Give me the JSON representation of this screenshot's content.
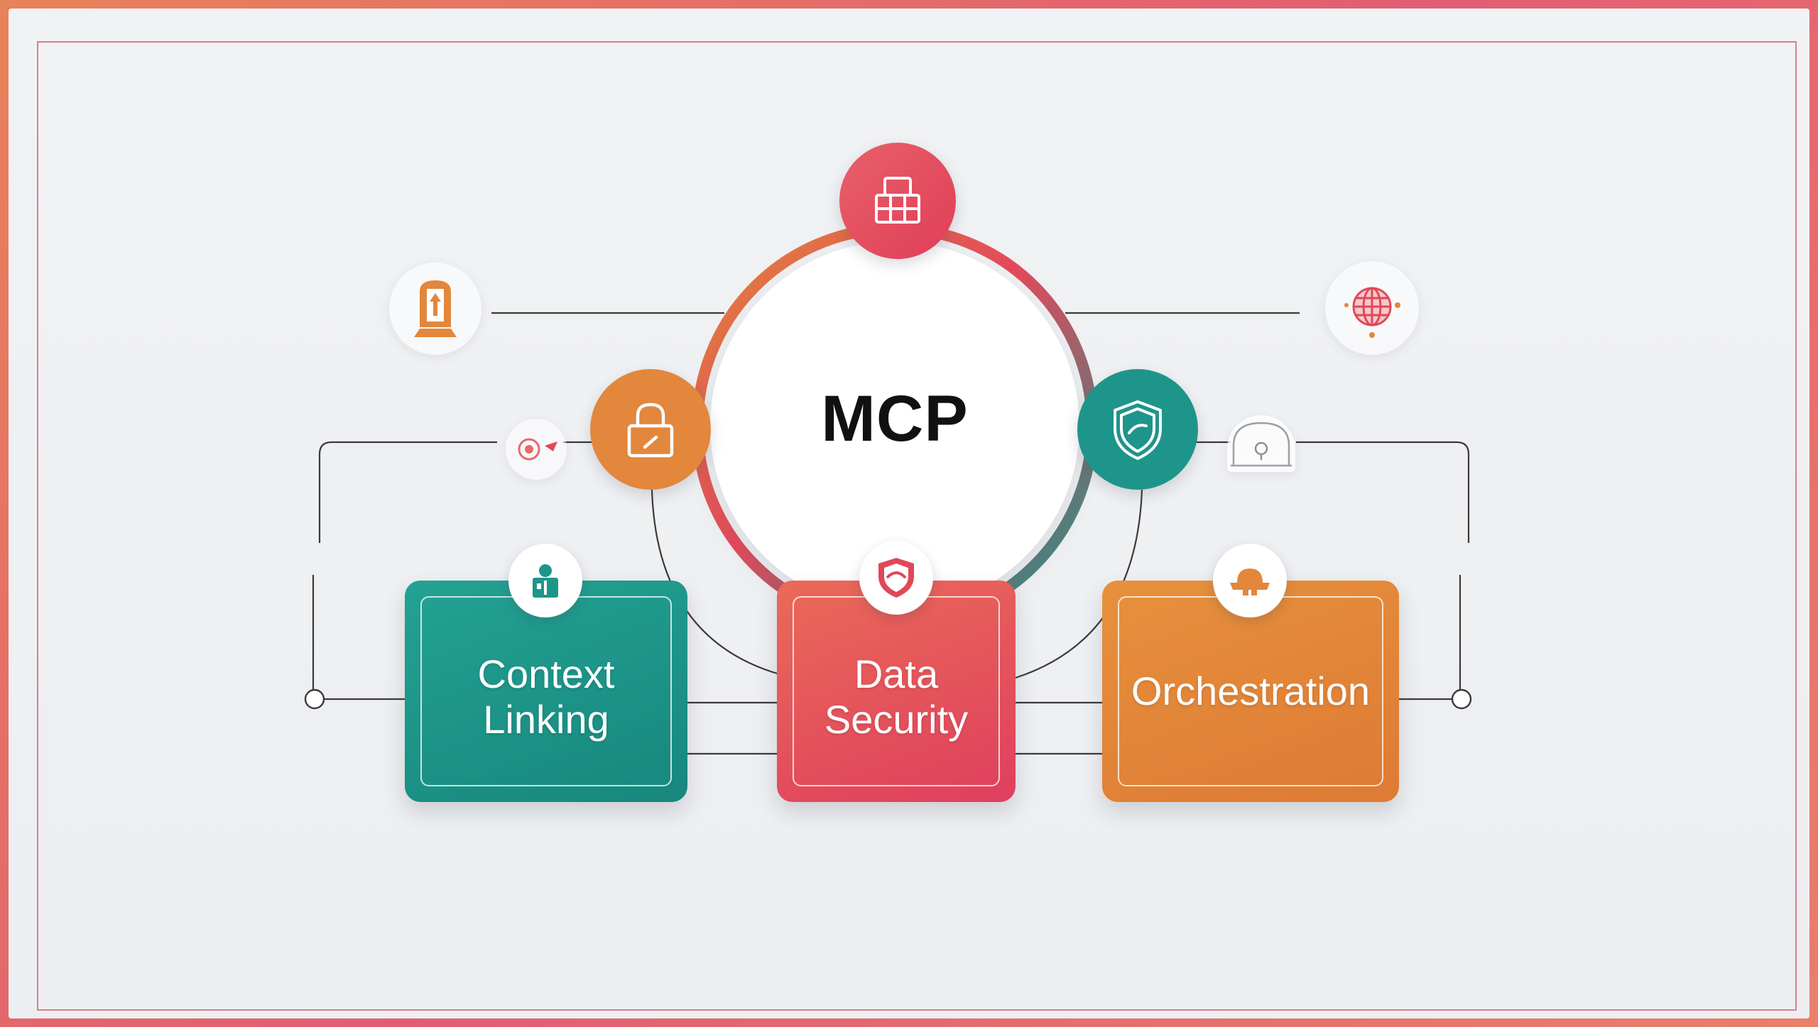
{
  "hub": {
    "label": "MCP"
  },
  "cards": [
    {
      "label": "Context\nLinking",
      "color": "#1e958a",
      "icon": "person-icon"
    },
    {
      "label": "Data\nSecurity",
      "color": "#e55063",
      "icon": "shield-icon"
    },
    {
      "label": "Orchestration",
      "color": "#e2873c",
      "icon": "hat-icon"
    }
  ],
  "colors": {
    "teal": "#1e958a",
    "red": "#e44a5c",
    "orange": "#e2873c",
    "background": "#eeeff2",
    "line": "#3a3a3a"
  },
  "nodes": [
    {
      "name": "top",
      "icon": "grid-icon",
      "color": "#e44a5c"
    },
    {
      "name": "left",
      "icon": "lock-icon",
      "color": "#e2873c"
    },
    {
      "name": "right",
      "icon": "shield-icon",
      "color": "#1e958a"
    }
  ],
  "ghost_icons": [
    "upload-icon",
    "globe-icon",
    "target-icon",
    "dome-icon"
  ]
}
